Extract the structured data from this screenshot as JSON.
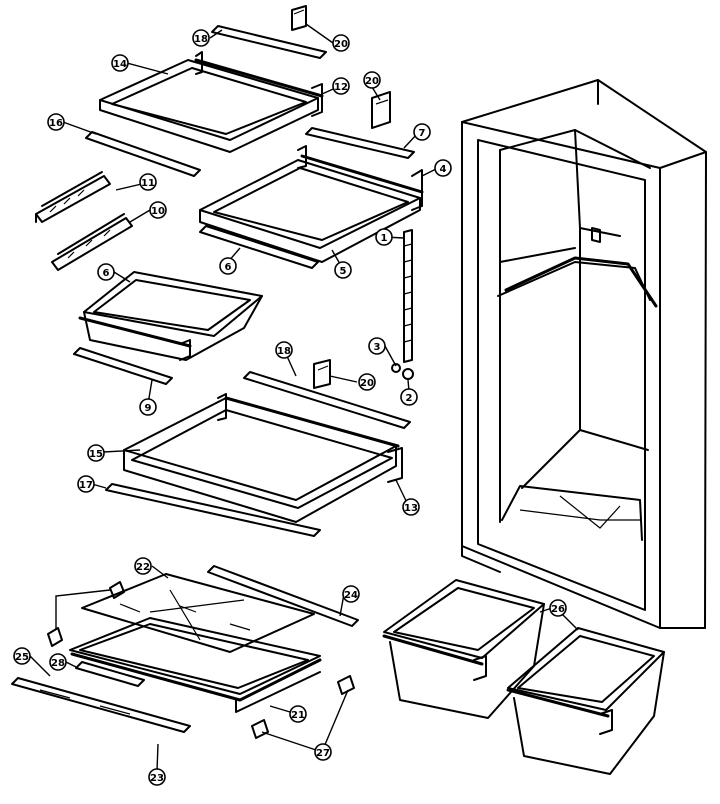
{
  "callouts": [
    {
      "id": "c1",
      "label": "1"
    },
    {
      "id": "c2",
      "label": "2"
    },
    {
      "id": "c3",
      "label": "3"
    },
    {
      "id": "c4",
      "label": "4"
    },
    {
      "id": "c5",
      "label": "5"
    },
    {
      "id": "c6a",
      "label": "6"
    },
    {
      "id": "c6b",
      "label": "6"
    },
    {
      "id": "c7",
      "label": "7"
    },
    {
      "id": "c9",
      "label": "9"
    },
    {
      "id": "c10",
      "label": "10"
    },
    {
      "id": "c11",
      "label": "11"
    },
    {
      "id": "c12",
      "label": "12"
    },
    {
      "id": "c13",
      "label": "13"
    },
    {
      "id": "c14",
      "label": "14"
    },
    {
      "id": "c15",
      "label": "15"
    },
    {
      "id": "c16",
      "label": "16"
    },
    {
      "id": "c17",
      "label": "17"
    },
    {
      "id": "c18a",
      "label": "18"
    },
    {
      "id": "c18b",
      "label": "18"
    },
    {
      "id": "c20a",
      "label": "20"
    },
    {
      "id": "c20b",
      "label": "20"
    },
    {
      "id": "c20c",
      "label": "20"
    },
    {
      "id": "c21",
      "label": "21"
    },
    {
      "id": "c22",
      "label": "22"
    },
    {
      "id": "c23",
      "label": "23"
    },
    {
      "id": "c24",
      "label": "24"
    },
    {
      "id": "c25",
      "label": "25"
    },
    {
      "id": "c26",
      "label": "26"
    },
    {
      "id": "c27",
      "label": "27"
    },
    {
      "id": "c28",
      "label": "28"
    }
  ]
}
